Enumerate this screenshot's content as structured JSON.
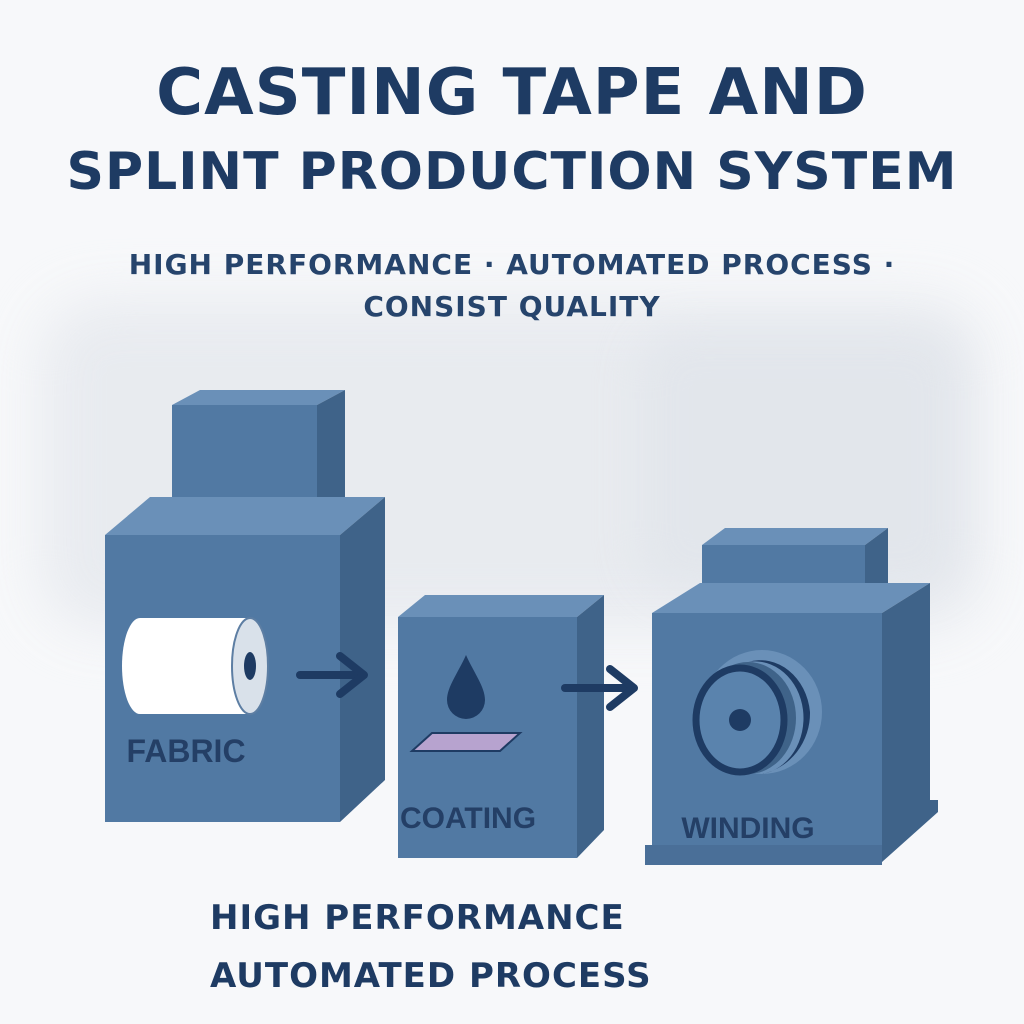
{
  "title": {
    "line1": "CASTING TAPE AND",
    "line2": "SPLINT PRODUCTION SYSTEM"
  },
  "subtitle": "HIGH PERFORMANCE · AUTOMATED PROCESS · CONSIST QUALITY",
  "stages": [
    {
      "label": "FABRIC",
      "icon": "fabric-roll-icon"
    },
    {
      "label": "COATING",
      "icon": "coating-drop-icon"
    },
    {
      "label": "WINDING",
      "icon": "winding-reel-icon"
    }
  ],
  "footer": {
    "line1": "HIGH PERFORMANCE",
    "line2": "AUTOMATED PROCESS"
  },
  "colors": {
    "text": "#1e3b63",
    "machine_front": "#5179a3",
    "machine_side": "#3f6389",
    "machine_top": "#6a90b8",
    "label": "#243f66",
    "coating_pad": "#b7a3cf"
  }
}
